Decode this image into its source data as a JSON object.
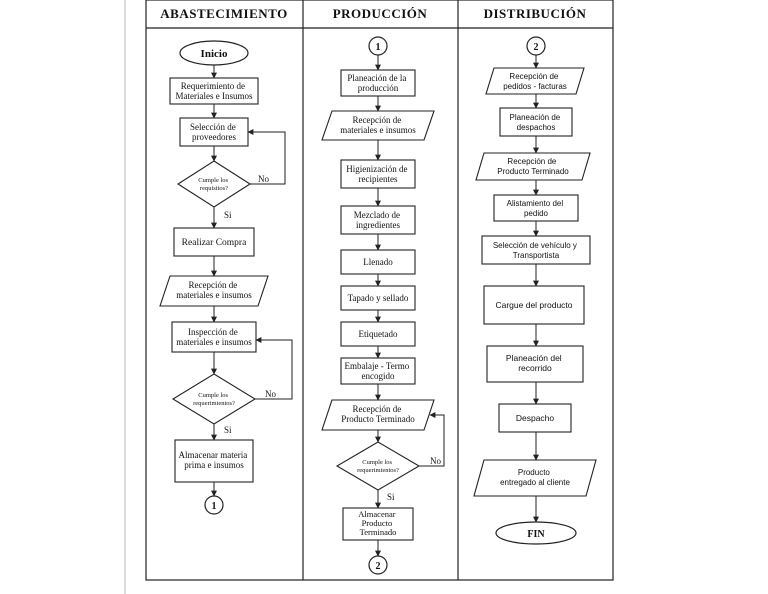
{
  "columns": {
    "abastecimiento": "ABASTECIMIENTO",
    "produccion": "PRODUCCIÓN",
    "distribucion": "DISTRIBUCIÓN"
  },
  "abastecimiento": {
    "inicio": "Inicio",
    "requerimiento": [
      "Requerimiento de",
      "Materiales e Insumos"
    ],
    "seleccion": [
      "Selección de",
      "proveedores"
    ],
    "cumple1": [
      "Cumple los",
      "requisitos?"
    ],
    "no1": "No",
    "si1": "Si",
    "realizar_compra": "Realizar Compra",
    "recepcion": [
      "Recepción de",
      "materiales e insumos"
    ],
    "inspeccion": [
      "Inspección de",
      "materiales e insumos"
    ],
    "cumple2": [
      "Cumple los",
      "requerimientos?"
    ],
    "no2": "No",
    "si2": "Si",
    "almacenar": [
      "Almacenar materia",
      "prima e insumos"
    ],
    "connector_out": "1"
  },
  "produccion": {
    "connector_in": "1",
    "planeacion": [
      "Planeación de la",
      "producción"
    ],
    "recepcion": [
      "Recepción de",
      "materiales e insumos"
    ],
    "higienizacion": [
      "Higienización de",
      "recipientes"
    ],
    "mezclado": [
      "Mezclado de",
      "ingredientes"
    ],
    "llenado": "Llenado",
    "tapado": "Tapado y sellado",
    "etiquetado": "Etiquetado",
    "embalaje": [
      "Embalaje - Termo",
      "encogido"
    ],
    "recepcion_pt": [
      "Recepción de",
      "Producto Terminado"
    ],
    "cumple": [
      "Cumple los",
      "requerimientos?"
    ],
    "no": "No",
    "si": "Si",
    "almacenar": [
      "Almacenar",
      "Producto",
      "Terminado"
    ],
    "connector_out": "2"
  },
  "distribucion": {
    "connector_in": "2",
    "recepcion_pedidos": [
      "Recepción de",
      "pedidos - facturas"
    ],
    "planeacion_despachos": [
      "Planeación de",
      "despachos"
    ],
    "recepcion_pt": [
      "Recepción de",
      "Producto Terminado"
    ],
    "alistamiento": [
      "Alistamiento del",
      "pedido"
    ],
    "seleccion_vehiculo": [
      "Selección de vehículo y",
      "Transportista"
    ],
    "cargue": "Cargue del producto",
    "planeacion_recorrido": [
      "Planeación del",
      "recorrido"
    ],
    "despacho": "Despacho",
    "producto_entregado": [
      "Producto",
      "entregado al cliente"
    ],
    "fin": "FIN"
  },
  "colors": {
    "line": "#222222",
    "background": "#ffffff"
  }
}
